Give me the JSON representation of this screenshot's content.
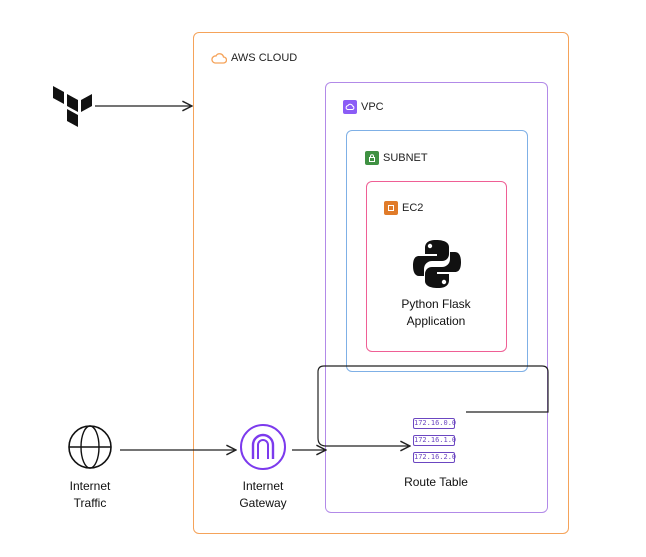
{
  "colors": {
    "aws_cloud": "#f5a35a",
    "vpc": "#b28ae8",
    "subnet": "#7fb0e6",
    "ec2": "#ef5f95",
    "vpc_icon": "#8b5cf6",
    "subnet_icon": "#3f9142",
    "ec2_icon": "#e07b29",
    "route_table": "#6b46c1",
    "gateway": "#7c3aed"
  },
  "diagram": {
    "aws_cloud_label": "AWS CLOUD",
    "vpc_label": "VPC",
    "subnet_label": "SUBNET",
    "ec2_label": "EC2",
    "app_label_line1": "Python Flask",
    "app_label_line2": "Application",
    "internet_traffic_line1": "Internet",
    "internet_traffic_line2": "Traffic",
    "internet_gateway_line1": "Internet",
    "internet_gateway_line2": "Gateway",
    "route_table_label": "Route Table",
    "route_table_entries": [
      "172.16.0.0",
      "172.16.1.0",
      "172.16.2.0"
    ],
    "icons": {
      "terraform": "terraform-icon",
      "python": "python-icon",
      "globe": "globe-icon",
      "gateway": "internet-gateway-icon",
      "cloud": "cloud-icon",
      "lock": "lock-icon"
    }
  }
}
